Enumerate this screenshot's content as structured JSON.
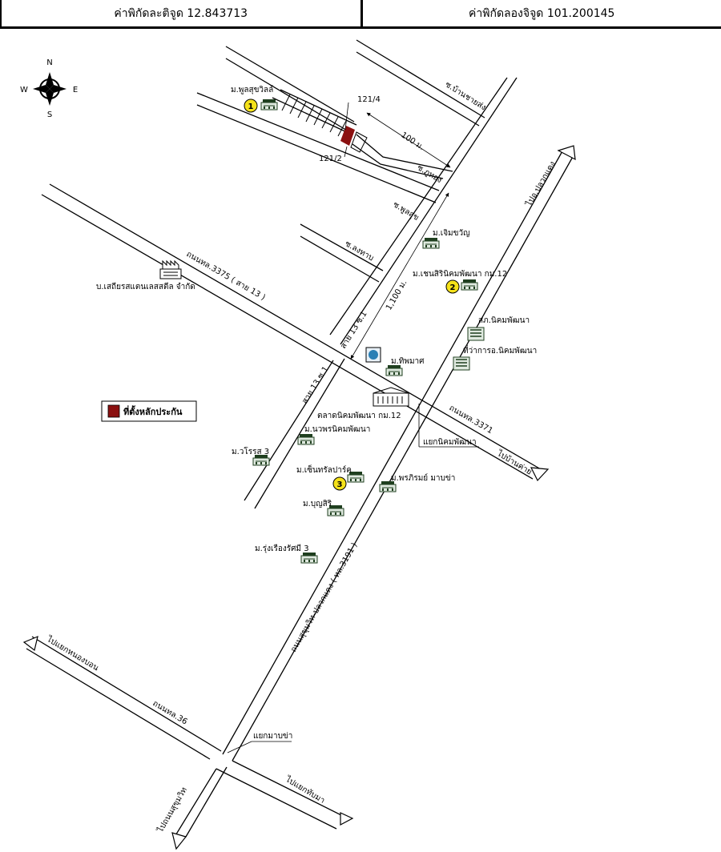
{
  "header": {
    "latitude": "ค่าพิกัดละติจูด 12.843713",
    "longitude": "ค่าพิกัดลองจิจูด 101.200145"
  },
  "compass": {
    "n": "N",
    "s": "S",
    "e": "E",
    "w": "W"
  },
  "legend": {
    "label": "ที่ตั้งหลักประกัน",
    "color": "#8b1010"
  },
  "markers": [
    {
      "num": "1",
      "label": "ม.พูลสุขวิลล์"
    },
    {
      "num": "2",
      "label": "ม.เชนสิรินิคมพัฒนา กม.12"
    },
    {
      "num": "3",
      "label": "ม.เซ็นทรัลปาร์ค"
    }
  ],
  "plots": {
    "a": "121/4",
    "b": "121/2",
    "dist100": "100 ม.",
    "dist1100": "1,100 ม."
  },
  "roads": {
    "ban_chaisong": "ซ.บ้านชายส่ง",
    "phuthong": "ซ.ภูทอง",
    "phunsuk": "ซ.พูลสุข",
    "longthap": "ซ.ลงทาบ",
    "sai13_top": "สาย 13 ซ.1",
    "sai13_bottom": "สาย 13 ซ.1",
    "hwy3375": "ถนนทล.3375 ( สาย 13 )",
    "hwy3371": "ถนนทล.3371",
    "hwy3191": "ถนนสุขุมวิท-ปลวกแดง ( ทล.3191 )",
    "hwy36": "ถนนทล.36",
    "to_pluakdaeng": "ไปอ.ปลวกแดง",
    "to_bankhai": "ไปบ้านค่าย",
    "to_nongbon": "ไปแยกหนองบอน",
    "to_sukhumvit": "ไปถนนสุขุมวิท",
    "to_thapma": "ไปแยกทับมา",
    "junction_nikhom": "แยกนิคมพัฒนา",
    "junction_mapcha": "แยกมาบข่า"
  },
  "places": {
    "chaloemkhwan": "ม.เจิมขวัญ",
    "company": "บ.เสถียรสแตนเลสสตีล จำกัด",
    "police": "สภ.นิคมพัฒนา",
    "district_office": "ที่ว่าการอ.นิคมพัฒนา",
    "thiphamat": "ม.ทิพมาศ",
    "market": "ตลาดนิคมพัฒนา กม.12",
    "naphon": "ม.นวพรนิคมพัฒนา",
    "worrasa": "ม.วโรรส 3",
    "phornsirom": "ม.พรภิรมย์ มาบข่า",
    "bunsiri": "ม.บุญสิริ",
    "rungrueangsi": "ม.รุ่งเรืองรัศมี 3"
  }
}
